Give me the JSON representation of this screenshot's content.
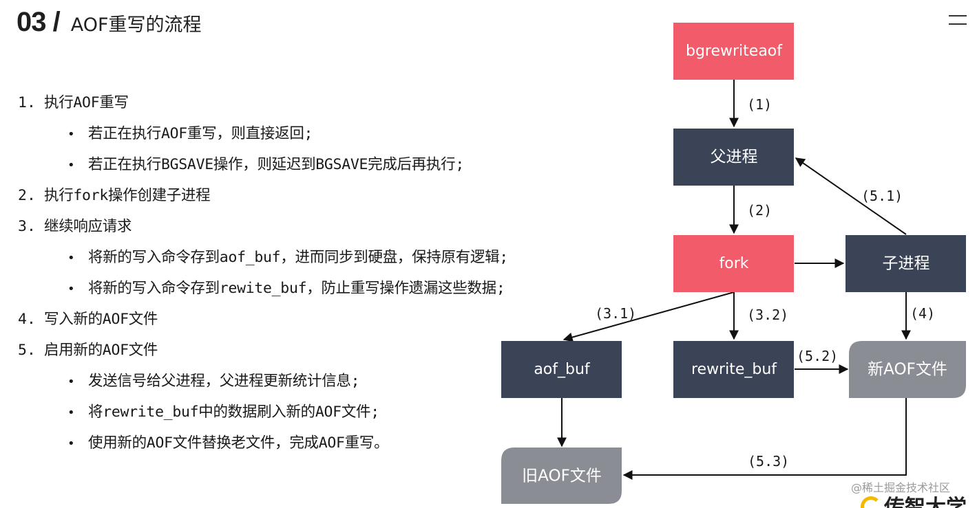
{
  "header": {
    "section_number": "03 /",
    "title": "AOF重写的流程"
  },
  "steps": [
    {
      "num": "1.",
      "text": "执行AOF重写",
      "bullets": [
        "若正在执行AOF重写，则直接返回;",
        "若正在执行BGSAVE操作，则延迟到BGSAVE完成后再执行;"
      ]
    },
    {
      "num": "2.",
      "text": "执行fork操作创建子进程",
      "bullets": []
    },
    {
      "num": "3.",
      "text": "继续响应请求",
      "bullets": [
        "将新的写入命令存到aof_buf，进而同步到硬盘，保持原有逻辑;",
        "将新的写入命令存到rewite_buf，防止重写操作遗漏这些数据;"
      ]
    },
    {
      "num": "4.",
      "text": "写入新的AOF文件",
      "bullets": []
    },
    {
      "num": "5.",
      "text": "启用新的AOF文件",
      "bullets": [
        "发送信号给父进程，父进程更新统计信息;",
        "将rewrite_buf中的数据刷入新的AOF文件;",
        "使用新的AOF文件替换老文件，完成AOF重写。"
      ]
    }
  ],
  "bullet_char": "•",
  "diagram": {
    "nodes": {
      "bgrewriteaof": "bgrewriteaof",
      "parent": "父进程",
      "fork": "fork",
      "child": "子进程",
      "aof_buf": "aof_buf",
      "rewrite_buf": "rewrite_buf",
      "new_aof": "新AOF文件",
      "old_aof": "旧AOF文件"
    },
    "edges": {
      "e1": "(1)",
      "e2": "(2)",
      "e31": "(3.1)",
      "e32": "(3.2)",
      "e4": "(4)",
      "e51": "(5.1)",
      "e52": "(5.2)",
      "e53": "(5.3)"
    }
  },
  "colors": {
    "red": "#f25b6a",
    "dark": "#3b4356",
    "gray": "#8a8d93",
    "text_white": "#ffffff",
    "line": "#111111"
  },
  "watermark": "@稀土掘金技术社区",
  "brand": "传智大学"
}
